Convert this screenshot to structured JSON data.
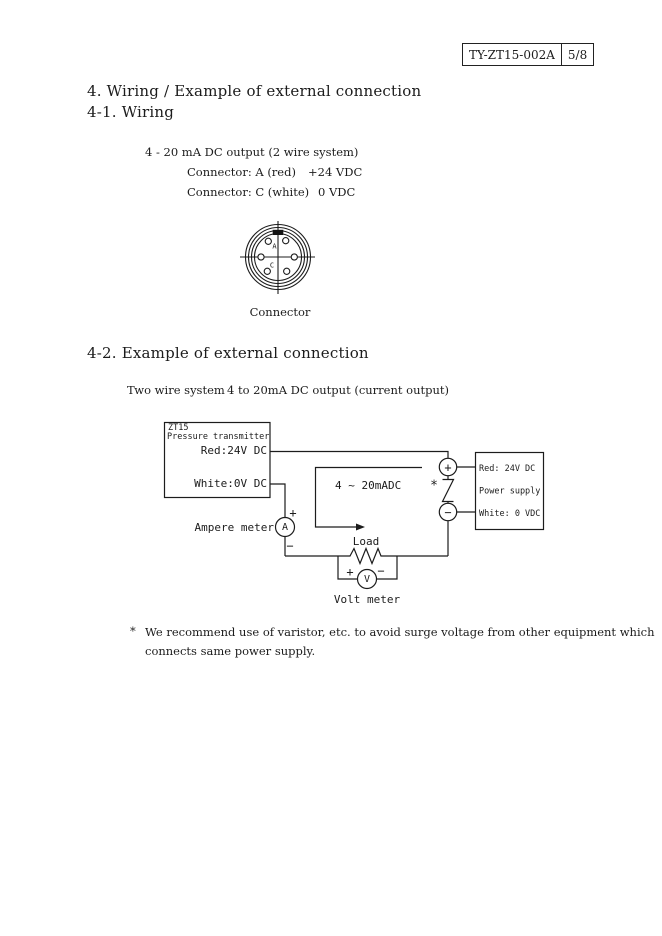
{
  "header": {
    "doc_number": "TY-ZT15-002A",
    "page_number": "5/8"
  },
  "section1": {
    "title": "4. Wiring / Example of external connection",
    "subtitle": "4-1. Wiring",
    "output_spec": "4 - 20 mA DC output (2 wire system)",
    "connector_a_label": "Connector: A (red)",
    "connector_a_value": "+24 VDC",
    "connector_c_label": "Connector: C (white)",
    "connector_c_value": "0 VDC",
    "connector_caption": "Connector",
    "pin_a": "A",
    "pin_c": "C"
  },
  "section2": {
    "title": "4-2. Example of external connection",
    "system_label": "Two wire system",
    "output_label": "4 to 20mA DC output (current output)",
    "diagram": {
      "transmitter_model": "ZT15",
      "transmitter_name": "Pressure transmitter",
      "red_wire_label": "Red:24V DC",
      "white_wire_label": "White:0V DC",
      "ampere_meter_label": "Ampere meter",
      "ampere_symbol": "A",
      "current_range": "4 ~ 20mADC",
      "load_label": "Load",
      "volt_meter_label": "Volt meter",
      "volt_symbol": "V",
      "ps_red_label": "Red: 24V DC",
      "ps_name": "Power supply",
      "ps_white_label": "White: 0 VDC",
      "plus": "+",
      "minus": "−",
      "varistor_marker": "*"
    }
  },
  "footnote": {
    "marker": "*",
    "line1": "We recommend use of varistor, etc. to avoid surge voltage from other equipment which",
    "line2": "connects same power supply."
  },
  "colors": {
    "ink": "#1c1c1c",
    "paper": "#ffffff"
  }
}
